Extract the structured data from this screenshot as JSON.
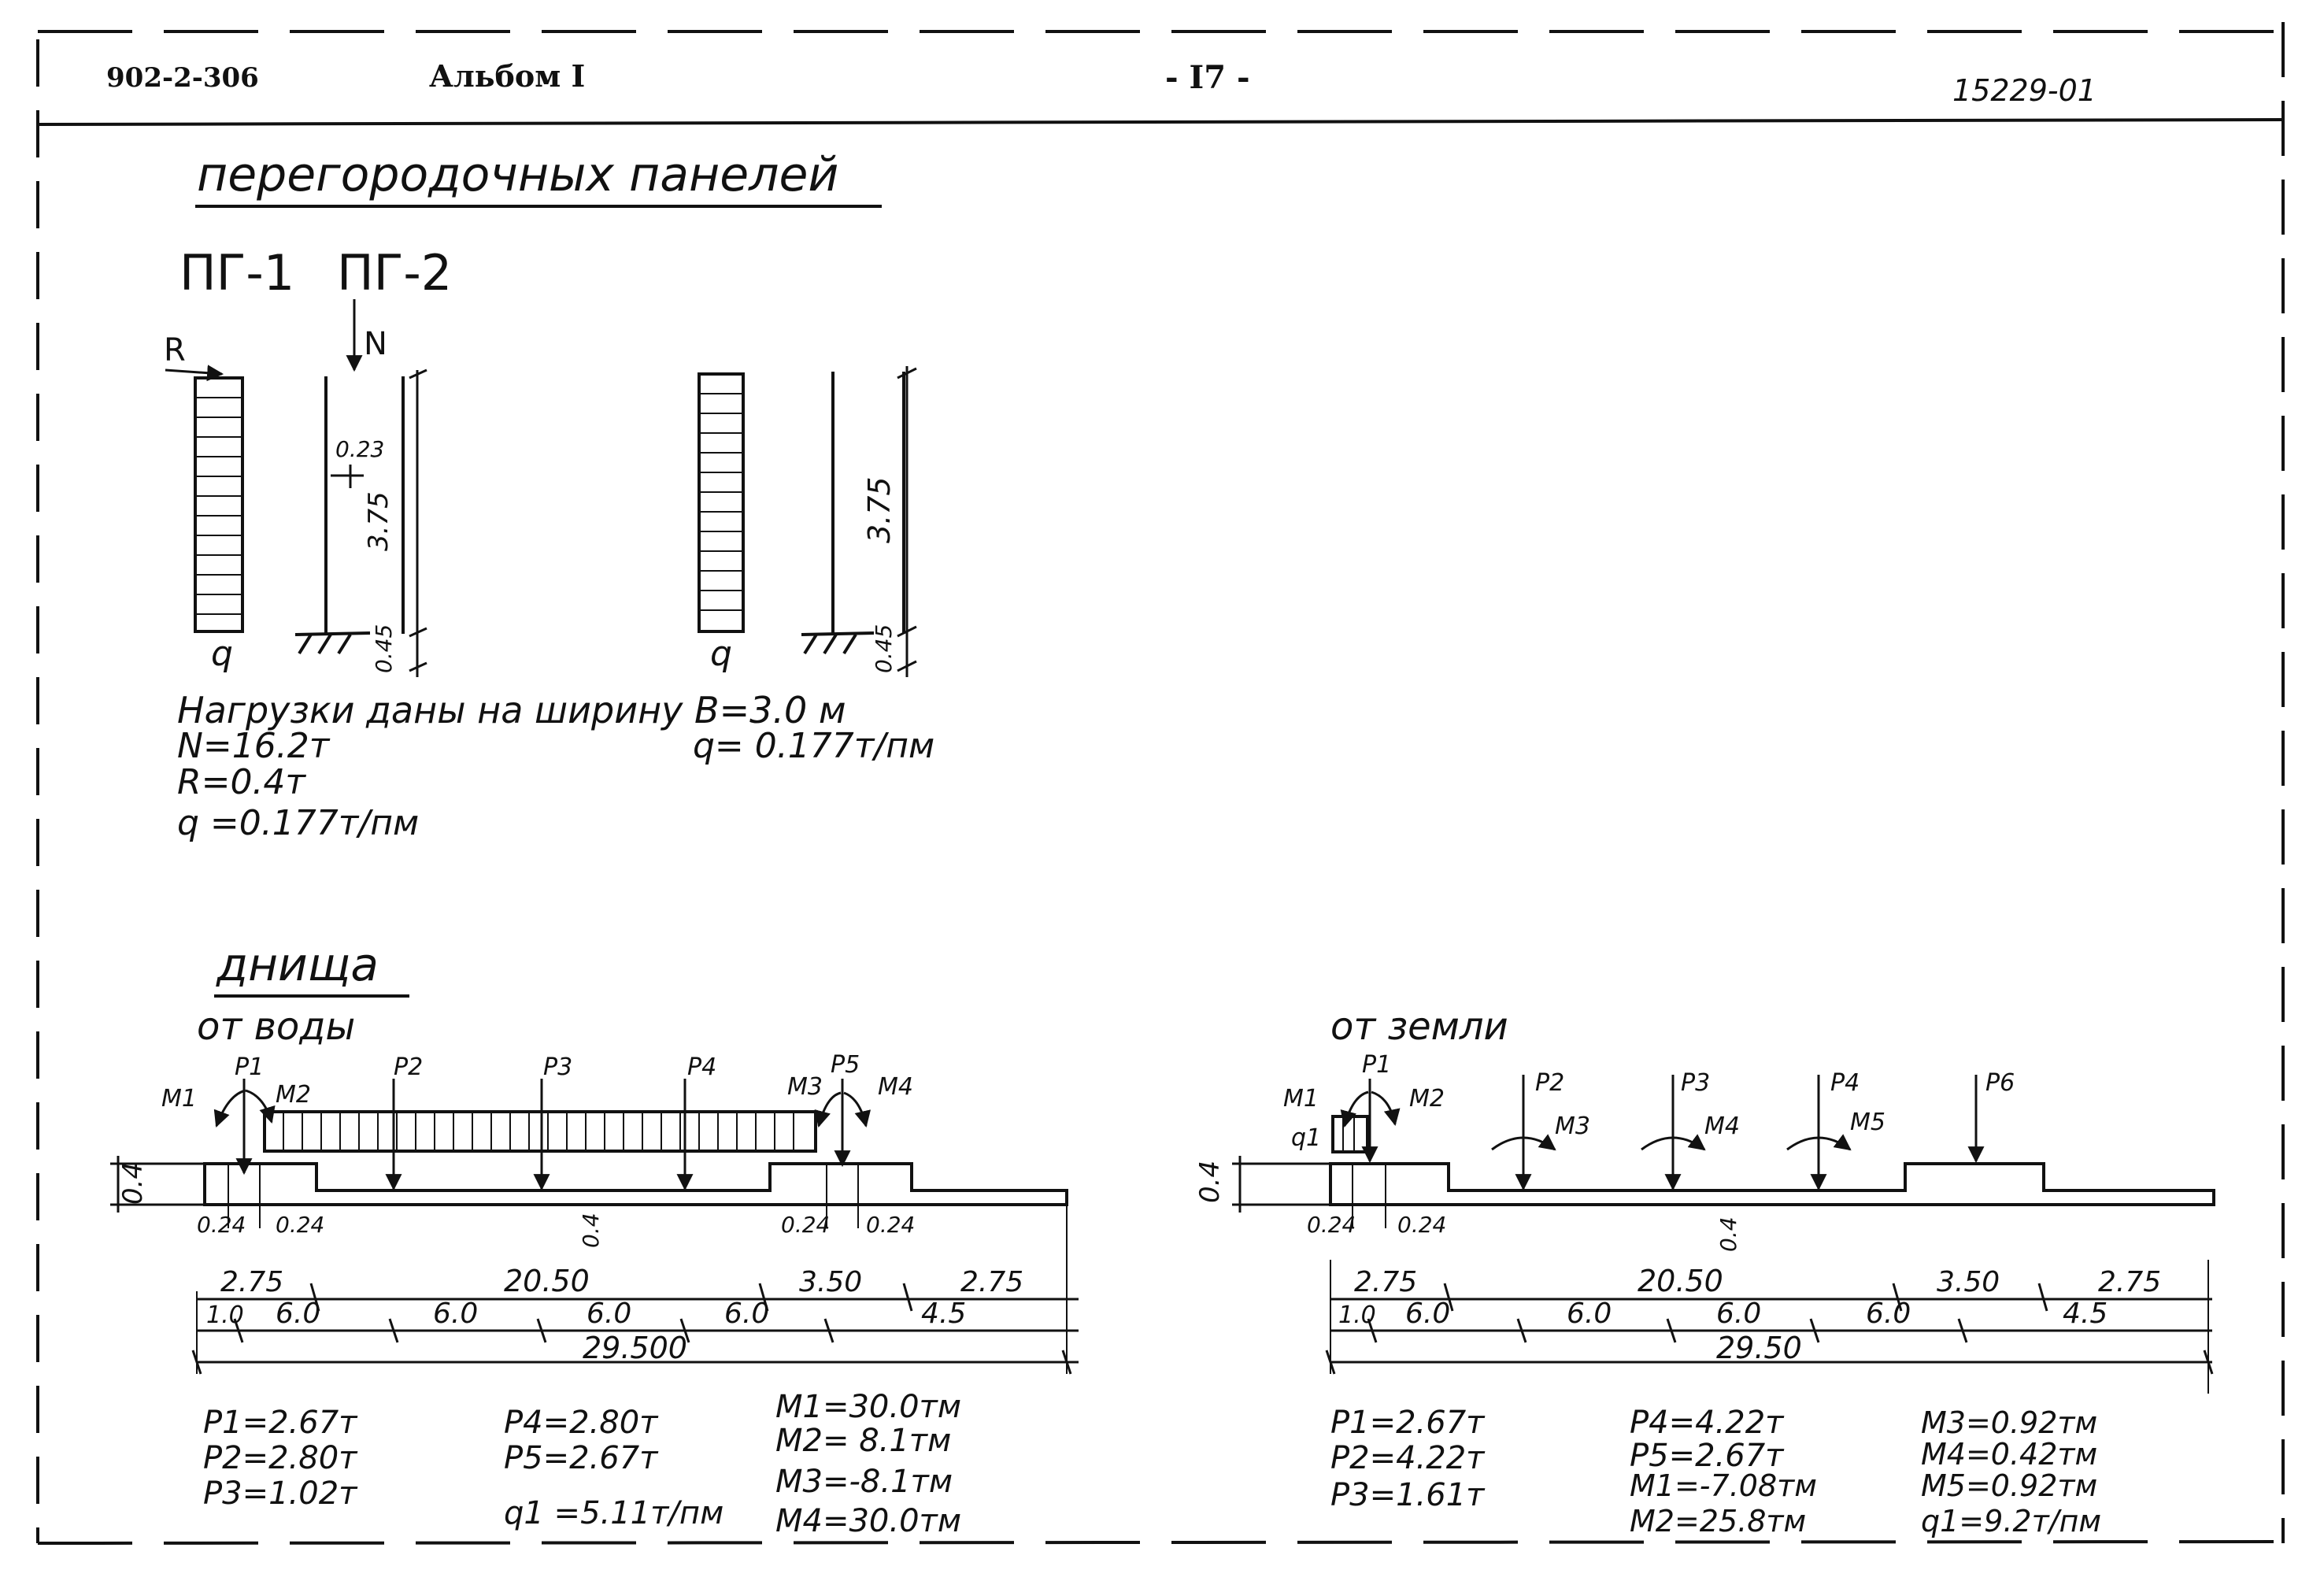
{
  "header": {
    "series_code": "902-2-306",
    "album": "Альбом I",
    "page": "- I7 -",
    "sheet_code": "15229-01"
  },
  "section1": {
    "title": "перегородочных панелей",
    "panels": [
      "ПГ-1",
      "ПГ-2"
    ],
    "labels": {
      "R": "R",
      "N": "N",
      "q_left": "q",
      "q_right": "q"
    },
    "dims_left": {
      "small": "0.23",
      "main": "3.75",
      "base": "0.45"
    },
    "dims_right": {
      "main": "3.75",
      "base": "0.45"
    },
    "note": "Нагрузки даны на ширину B=3.0 м",
    "values_left": [
      "N=16.2т",
      "R=0.4т",
      "q =0.177т/пм"
    ],
    "values_right": [
      "q= 0.177т/пм"
    ]
  },
  "section2": {
    "title": "днища",
    "water": {
      "heading": "от воды",
      "load_labels": [
        "M1",
        "P1",
        "M2",
        "P2",
        "P3",
        "P4",
        "M3",
        "P5",
        "M4"
      ],
      "height": "0.4",
      "small_dims": [
        "0.24",
        "0.24",
        "0.24",
        "0.24",
        "0.4"
      ],
      "row1": [
        "2.75",
        "20.50",
        "3.50",
        "2.75"
      ],
      "row2": [
        "1.0",
        "6.0",
        "6.0",
        "6.0",
        "6.0",
        "4.5"
      ],
      "total": "29.500",
      "results": [
        [
          "P1=2.67т",
          "P2=2.80т",
          "P3=1.02т"
        ],
        [
          "P4=2.80т",
          "P5=2.67т",
          "q1 =5.11т/пм"
        ],
        [
          "M1=30.0тм",
          "M2= 8.1тм",
          "M3=-8.1тм",
          "M4=30.0тм"
        ]
      ]
    },
    "soil": {
      "heading": "от земли",
      "load_labels": [
        "M1",
        "P1",
        "M2",
        "q1",
        "P2",
        "M3",
        "P3",
        "M4",
        "P4",
        "M5",
        "P6"
      ],
      "height": "0.4",
      "small_dims": [
        "0.24",
        "0.24",
        "0.4"
      ],
      "row1": [
        "2.75",
        "20.50",
        "3.50",
        "2.75"
      ],
      "row2": [
        "1.0",
        "6.0",
        "6.0",
        "6.0",
        "6.0",
        "4.5"
      ],
      "total": "29.50",
      "results": [
        [
          "P1=2.67т",
          "P2=4.22т",
          "P3=1.61т"
        ],
        [
          "P4=4.22т",
          "P5=2.67т",
          "M1=-7.08тм",
          "M2=25.8тм"
        ],
        [
          "M3=0.92тм",
          "M4=0.42тм",
          "M5=0.92тм",
          "q1=9.2т/пм"
        ]
      ]
    }
  }
}
